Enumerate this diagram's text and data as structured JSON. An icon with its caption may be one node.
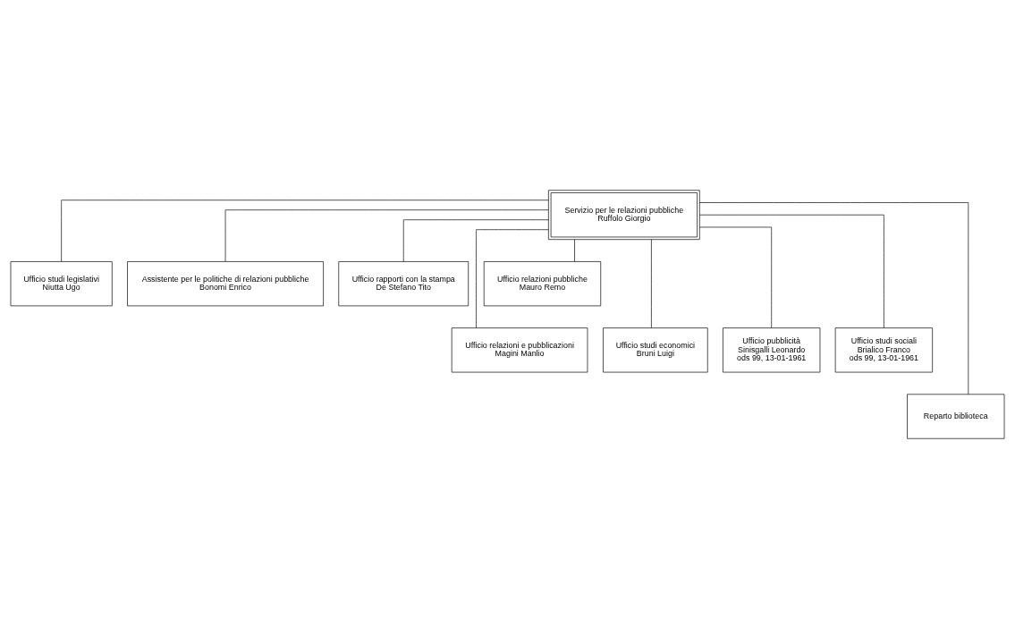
{
  "diagram": {
    "nodes": [
      {
        "text": [
          "Servizio per le relazioni pubbliche",
          "Ruffolo Giorgio"
        ]
      },
      {
        "text": [
          "Ufficio studi legislativi",
          "Niutta Ugo"
        ]
      },
      {
        "text": [
          "Assistente per le politiche di relazioni pubbliche",
          "Bonomi Enrico"
        ]
      },
      {
        "text": [
          "Ufficio rapporti con la stampa",
          "De Stefano Tito"
        ]
      },
      {
        "text": [
          "Ufficio relazioni pubbliche",
          "Mauro Remo"
        ]
      },
      {
        "text": [
          "Ufficio relazioni e pubblicazioni",
          "Magini Manlio"
        ]
      },
      {
        "text": [
          "Ufficio studi economici",
          "Bruni Luigi"
        ]
      },
      {
        "text": [
          "Ufficio pubblicità",
          "Sinisgalli Leonardo",
          "ods 99, 13-01-1961"
        ]
      },
      {
        "text": [
          "Ufficio studi sociali",
          "Brialico Franco",
          "ods 99, 13-01-1961"
        ]
      },
      {
        "text": [
          "Reparto biblioteca"
        ]
      }
    ],
    "edges": [
      {
        "from": 0,
        "to": 1,
        "arrow": "none"
      },
      {
        "from": 0,
        "to": 2,
        "arrow": "none"
      },
      {
        "from": 0,
        "to": 3,
        "arrow": "none"
      },
      {
        "from": 0,
        "to": 4,
        "arrow": "none"
      },
      {
        "from": 0,
        "to": 5,
        "arrow": "none"
      },
      {
        "from": 0,
        "to": 6,
        "arrow": "none"
      },
      {
        "from": 0,
        "to": 7,
        "arrow": "none"
      },
      {
        "from": 0,
        "to": 8,
        "arrow": "none"
      },
      {
        "from": 0,
        "to": 9,
        "arrow": "none"
      }
    ]
  }
}
